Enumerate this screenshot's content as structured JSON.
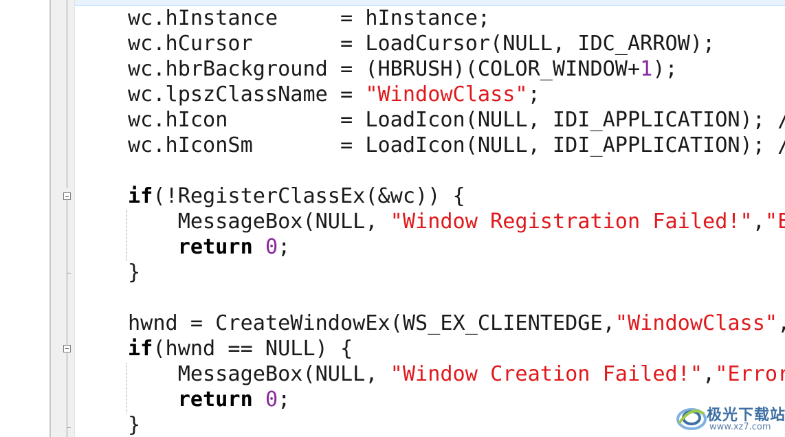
{
  "editor": {
    "lines": [
      {
        "segments": [
          {
            "t": "wc.hInstance     = hInstance;",
            "c": "plain"
          }
        ]
      },
      {
        "segments": [
          {
            "t": "wc.hCursor       = LoadCursor(NULL, IDC_ARROW);",
            "c": "plain"
          }
        ]
      },
      {
        "segments": [
          {
            "t": "wc.hbrBackground = (HBRUSH)(COLOR_WINDOW+",
            "c": "plain"
          },
          {
            "t": "1",
            "c": "num"
          },
          {
            "t": ");",
            "c": "plain"
          }
        ]
      },
      {
        "segments": [
          {
            "t": "wc.lpszClassName = ",
            "c": "plain"
          },
          {
            "t": "\"WindowClass\"",
            "c": "str"
          },
          {
            "t": ";",
            "c": "plain"
          }
        ]
      },
      {
        "segments": [
          {
            "t": "wc.hIcon         = LoadIcon(NULL, IDI_APPLICATION); /",
            "c": "plain"
          }
        ]
      },
      {
        "segments": [
          {
            "t": "wc.hIconSm       = LoadIcon(NULL, IDI_APPLICATION); /",
            "c": "plain"
          }
        ]
      },
      {
        "segments": [
          {
            "t": "",
            "c": "plain"
          }
        ]
      },
      {
        "segments": [
          {
            "t": "if",
            "c": "kw"
          },
          {
            "t": "(!RegisterClassEx(&wc)) {",
            "c": "plain"
          }
        ]
      },
      {
        "segments": [
          {
            "t": "    MessageBox(NULL, ",
            "c": "plain"
          },
          {
            "t": "\"Window Registration Failed!\"",
            "c": "str"
          },
          {
            "t": ",",
            "c": "plain"
          },
          {
            "t": "\"E",
            "c": "str"
          }
        ]
      },
      {
        "segments": [
          {
            "t": "    ",
            "c": "plain"
          },
          {
            "t": "return",
            "c": "kw"
          },
          {
            "t": " ",
            "c": "plain"
          },
          {
            "t": "0",
            "c": "num"
          },
          {
            "t": ";",
            "c": "plain"
          }
        ]
      },
      {
        "segments": [
          {
            "t": "}",
            "c": "plain"
          }
        ]
      },
      {
        "segments": [
          {
            "t": "",
            "c": "plain"
          }
        ]
      },
      {
        "segments": [
          {
            "t": "hwnd = CreateWindowEx(WS_EX_CLIENTEDGE,",
            "c": "plain"
          },
          {
            "t": "\"WindowClass\"",
            "c": "str"
          },
          {
            "t": ",",
            "c": "plain"
          }
        ]
      },
      {
        "segments": [
          {
            "t": "if",
            "c": "kw"
          },
          {
            "t": "(hwnd == NULL) {",
            "c": "plain"
          }
        ]
      },
      {
        "segments": [
          {
            "t": "    MessageBox(NULL, ",
            "c": "plain"
          },
          {
            "t": "\"Window Creation Failed!\"",
            "c": "str"
          },
          {
            "t": ",",
            "c": "plain"
          },
          {
            "t": "\"Error",
            "c": "str"
          }
        ]
      },
      {
        "segments": [
          {
            "t": "    ",
            "c": "plain"
          },
          {
            "t": "return",
            "c": "kw"
          },
          {
            "t": " ",
            "c": "plain"
          },
          {
            "t": "0",
            "c": "num"
          },
          {
            "t": ";",
            "c": "plain"
          }
        ]
      },
      {
        "segments": [
          {
            "t": "}",
            "c": "plain"
          }
        ]
      }
    ]
  },
  "watermark": {
    "title": "极光下载站",
    "url": "www.xz7.com"
  },
  "colors": {
    "string": "#e0191d",
    "number": "#8a2a9e",
    "keyword": "#000000",
    "text": "#1a1a1a",
    "current_line": "#e8f2fe"
  },
  "icons": {
    "fold": "fold-collapse-icon",
    "watermark_logo": "aurora-logo-icon"
  }
}
